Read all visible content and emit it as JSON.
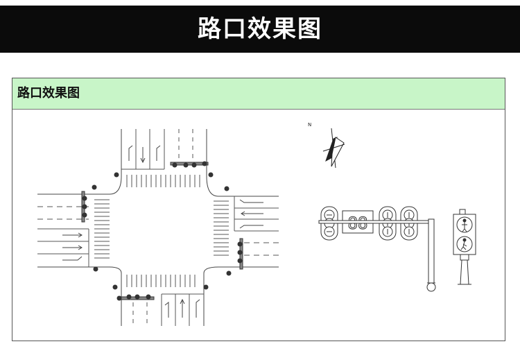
{
  "banner": {
    "title": "路口效果图"
  },
  "panel": {
    "title": "路口效果图"
  },
  "compass": {
    "north_label": "N"
  },
  "countdown": {
    "digits": "88"
  }
}
